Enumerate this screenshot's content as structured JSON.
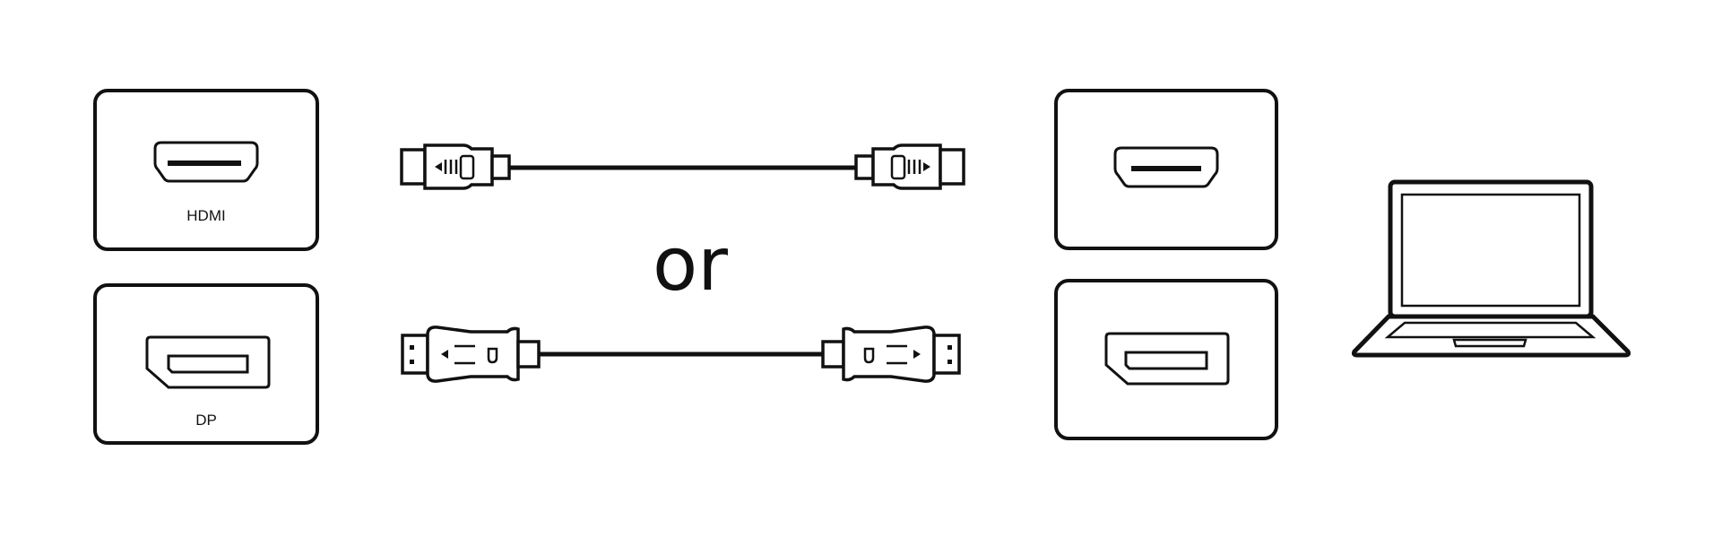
{
  "monitor_ports": {
    "hdmi_label": "HDMI",
    "dp_label": "DP"
  },
  "connector_word": "or",
  "colors": {
    "stroke": "#111111",
    "background": "#ffffff"
  },
  "icons": [
    "hdmi-port-icon",
    "displayport-port-icon",
    "hdmi-cable-icon",
    "displayport-cable-icon",
    "laptop-icon"
  ]
}
